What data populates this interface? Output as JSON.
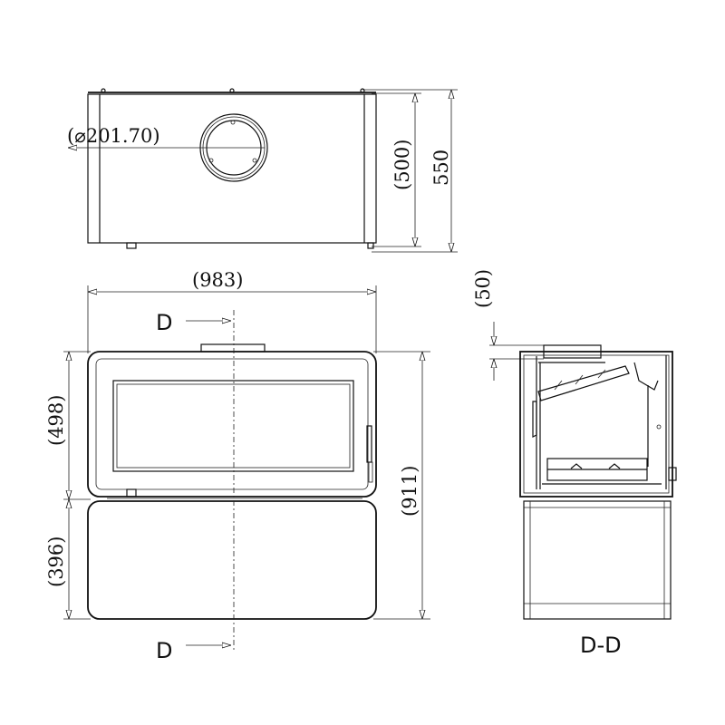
{
  "top_view": {
    "diameter_label": "(⌀201.70)",
    "depth_inner_label": "(500)",
    "depth_outer_label": "550"
  },
  "front_view": {
    "width_label": "(983)",
    "upper_height_label": "(498)",
    "lower_height_label": "(396)",
    "total_height_label": "(911)",
    "section_marker_top": "D",
    "section_marker_bottom": "D"
  },
  "side_view": {
    "collar_label": "(50)",
    "section_title": "D-D"
  }
}
